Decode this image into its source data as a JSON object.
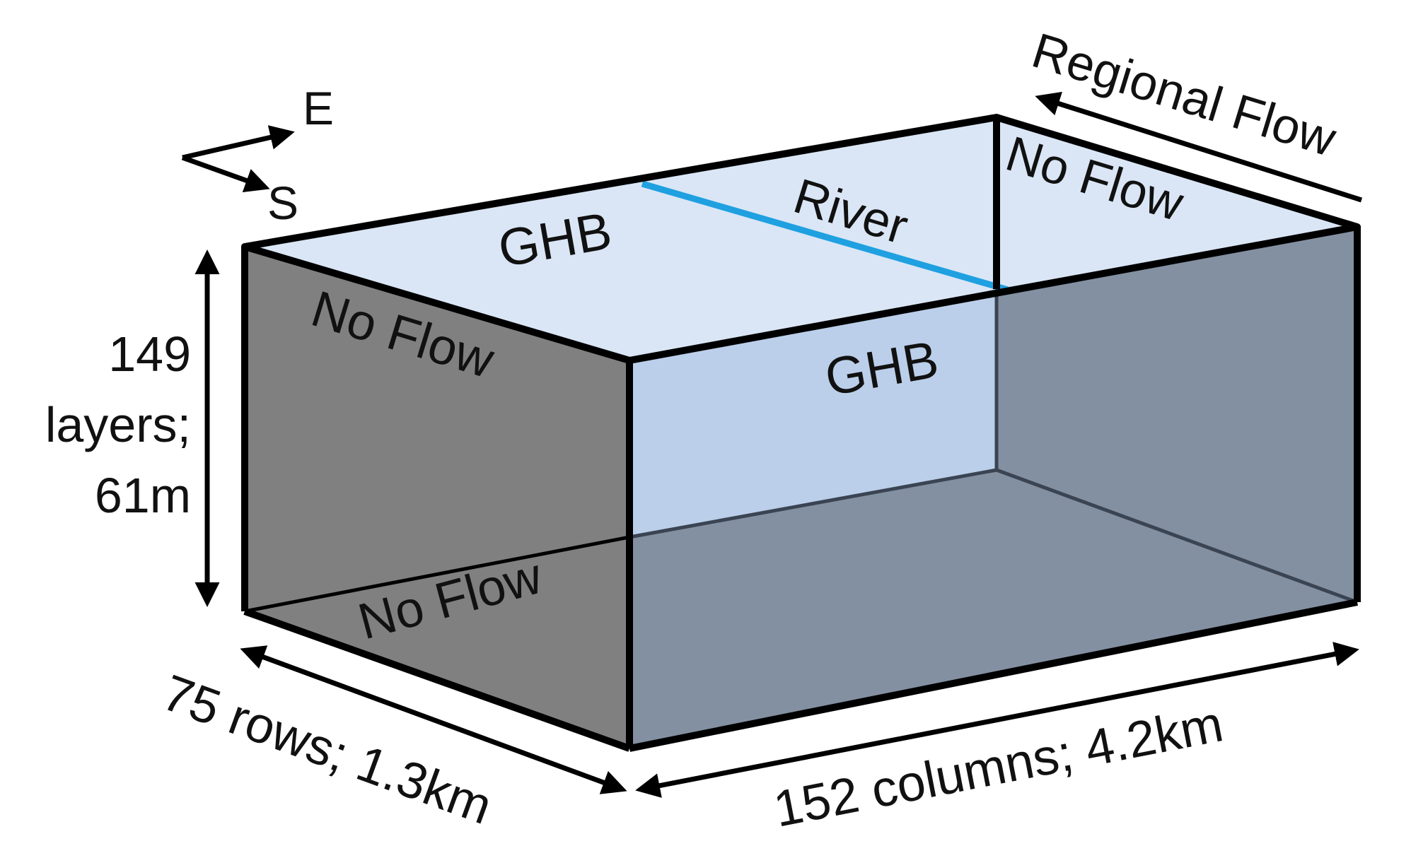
{
  "labels": {
    "compass_east": "E",
    "compass_south": "S",
    "regional_flow": "Regional Flow",
    "top_ghb": "GHB",
    "river": "River",
    "top_right_no_flow": "No Flow",
    "left_no_flow": "No Flow",
    "front_ghb": "GHB",
    "bottom_no_flow": "No Flow",
    "layers_line1": "149",
    "layers_line2": "layers;",
    "layers_line3": "61m",
    "rows": "75 rows; 1.3km",
    "columns": "152 columns; 4.2km"
  },
  "colors": {
    "top_face": "#dae6f5",
    "left_face": "#808080",
    "front_face": "#8390a2",
    "back_inner_face": "#bed3ee",
    "river": "#1fa0e0",
    "edge": "#000000"
  }
}
